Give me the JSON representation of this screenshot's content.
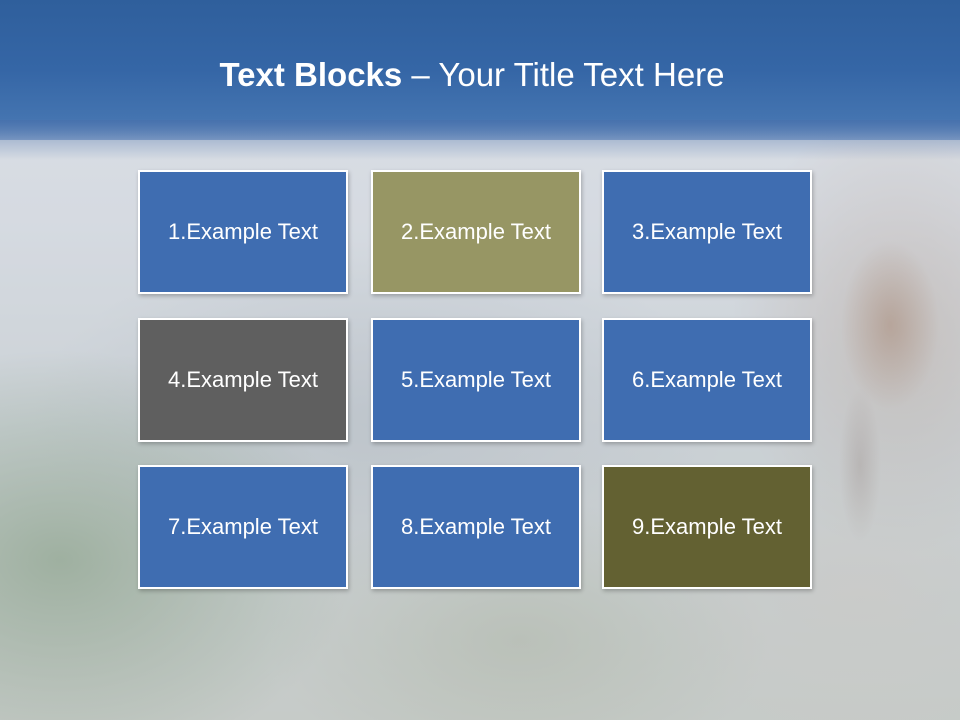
{
  "title": {
    "bold_part": "Text Blocks",
    "separator": " – ",
    "rest": "Your Title Text Here"
  },
  "blocks": [
    {
      "label": "1.Example Text",
      "color": "#3f6db1"
    },
    {
      "label": "2.Example Text",
      "color": "#979664"
    },
    {
      "label": "3.Example Text",
      "color": "#3f6db1"
    },
    {
      "label": "4.Example Text",
      "color": "#5f5f5f"
    },
    {
      "label": "5.Example Text",
      "color": "#3f6db1"
    },
    {
      "label": "6.Example Text",
      "color": "#3f6db1"
    },
    {
      "label": "7.Example Text",
      "color": "#3f6db1"
    },
    {
      "label": "8.Example Text",
      "color": "#3f6db1"
    },
    {
      "label": "9.Example Text",
      "color": "#636132"
    }
  ],
  "colors": {
    "header": "#3566a6",
    "block_border": "#ffffff"
  }
}
